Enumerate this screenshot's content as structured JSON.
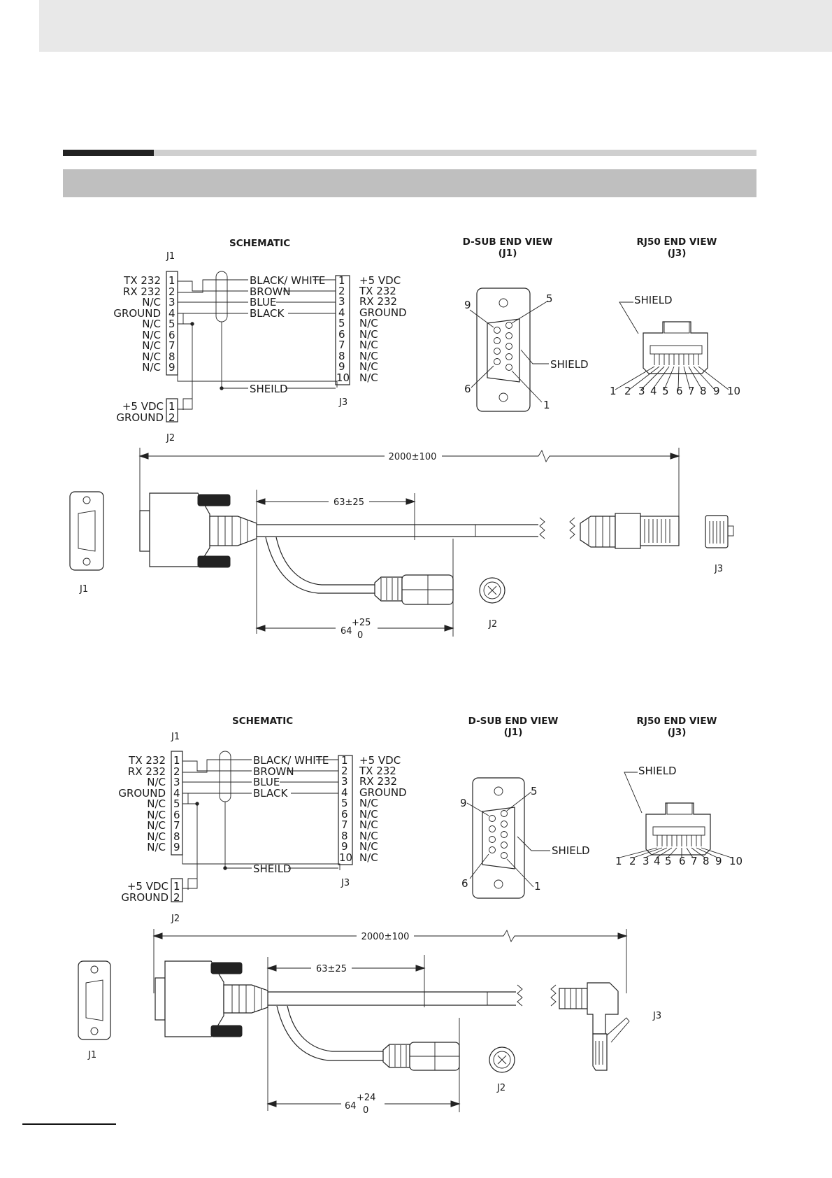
{
  "diagrams": [
    {
      "schematic": {
        "title": "SCHEMATIC",
        "j1_label": "J1",
        "j1_pins": [
          {
            "num": "1",
            "signal": "TX 232"
          },
          {
            "num": "2",
            "signal": "RX 232"
          },
          {
            "num": "3",
            "signal": "N/C"
          },
          {
            "num": "4",
            "signal": "GROUND"
          },
          {
            "num": "5",
            "signal": "N/C"
          },
          {
            "num": "6",
            "signal": "N/C"
          },
          {
            "num": "7",
            "signal": "N/C"
          },
          {
            "num": "8",
            "signal": "N/C"
          },
          {
            "num": "9",
            "signal": "N/C"
          }
        ],
        "wires": [
          "BLACK/ WHITE",
          "BROWN",
          "BLUE",
          "BLACK"
        ],
        "shield_label": "SHEILD",
        "j3_label": "J3",
        "j3_pins": [
          {
            "num": "1",
            "signal": "+5 VDC"
          },
          {
            "num": "2",
            "signal": "TX 232"
          },
          {
            "num": "3",
            "signal": "RX 232"
          },
          {
            "num": "4",
            "signal": "GROUND"
          },
          {
            "num": "5",
            "signal": "N/C"
          },
          {
            "num": "6",
            "signal": "N/C"
          },
          {
            "num": "7",
            "signal": "N/C"
          },
          {
            "num": "8",
            "signal": "N/C"
          },
          {
            "num": "9",
            "signal": "N/C"
          },
          {
            "num": "10",
            "signal": "N/C"
          }
        ],
        "j2_label": "J2",
        "j2_pins": [
          {
            "num": "1",
            "signal": "+5 VDC"
          },
          {
            "num": "2",
            "signal": "GROUND"
          }
        ]
      },
      "dsub": {
        "title": "D-SUB END VIEW",
        "subtitle": "(J1)",
        "pin_9": "9",
        "pin_5": "5",
        "pin_6": "6",
        "pin_1": "1",
        "shield": "SHIELD"
      },
      "rj50": {
        "title": "RJ50 END VIEW",
        "subtitle": "(J3)",
        "shield": "SHIELD",
        "pins": [
          "1",
          "2",
          "3",
          "4",
          "5",
          "6",
          "7",
          "8",
          "9",
          "10"
        ]
      },
      "cable": {
        "overall_length": "2000±100",
        "breakout_length": "63±25",
        "j2_length": "64",
        "j2_tol_plus": "+25",
        "j2_tol_minus": "0",
        "j1_label": "J1",
        "j2_label": "J2",
        "j3_label": "J3"
      }
    },
    {
      "schematic": {
        "title": "SCHEMATIC",
        "j1_label": "J1",
        "j1_pins": [
          {
            "num": "1",
            "signal": "TX 232"
          },
          {
            "num": "2",
            "signal": "RX 232"
          },
          {
            "num": "3",
            "signal": "N/C"
          },
          {
            "num": "4",
            "signal": "GROUND"
          },
          {
            "num": "5",
            "signal": "N/C"
          },
          {
            "num": "6",
            "signal": "N/C"
          },
          {
            "num": "7",
            "signal": "N/C"
          },
          {
            "num": "8",
            "signal": "N/C"
          },
          {
            "num": "9",
            "signal": "N/C"
          }
        ],
        "wires": [
          "BLACK/ WHITE",
          "BROWN",
          "BLUE",
          "BLACK"
        ],
        "shield_label": "SHEILD",
        "j3_label": "J3",
        "j3_pins": [
          {
            "num": "1",
            "signal": "+5 VDC"
          },
          {
            "num": "2",
            "signal": "TX 232"
          },
          {
            "num": "3",
            "signal": "RX 232"
          },
          {
            "num": "4",
            "signal": "GROUND"
          },
          {
            "num": "5",
            "signal": "N/C"
          },
          {
            "num": "6",
            "signal": "N/C"
          },
          {
            "num": "7",
            "signal": "N/C"
          },
          {
            "num": "8",
            "signal": "N/C"
          },
          {
            "num": "9",
            "signal": "N/C"
          },
          {
            "num": "10",
            "signal": "N/C"
          }
        ],
        "j2_label": "J2",
        "j2_pins": [
          {
            "num": "1",
            "signal": "+5 VDC"
          },
          {
            "num": "2",
            "signal": "GROUND"
          }
        ]
      },
      "dsub": {
        "title": "D-SUB END VIEW",
        "subtitle": "(J1)",
        "pin_9": "9",
        "pin_5": "5",
        "pin_6": "6",
        "pin_1": "1",
        "shield": "SHIELD"
      },
      "rj50": {
        "title": "RJ50 END VIEW",
        "subtitle": "(J3)",
        "shield": "SHIELD",
        "pins": [
          "1",
          "2",
          "3",
          "4",
          "5",
          "6",
          "7",
          "8",
          "9",
          "10"
        ]
      },
      "cable": {
        "overall_length": "2000±100",
        "breakout_length": "63±25",
        "j2_length": "64",
        "j2_tol_plus": "+24",
        "j2_tol_minus": "0",
        "j1_label": "J1",
        "j2_label": "J2",
        "j3_label": "J3"
      }
    }
  ]
}
